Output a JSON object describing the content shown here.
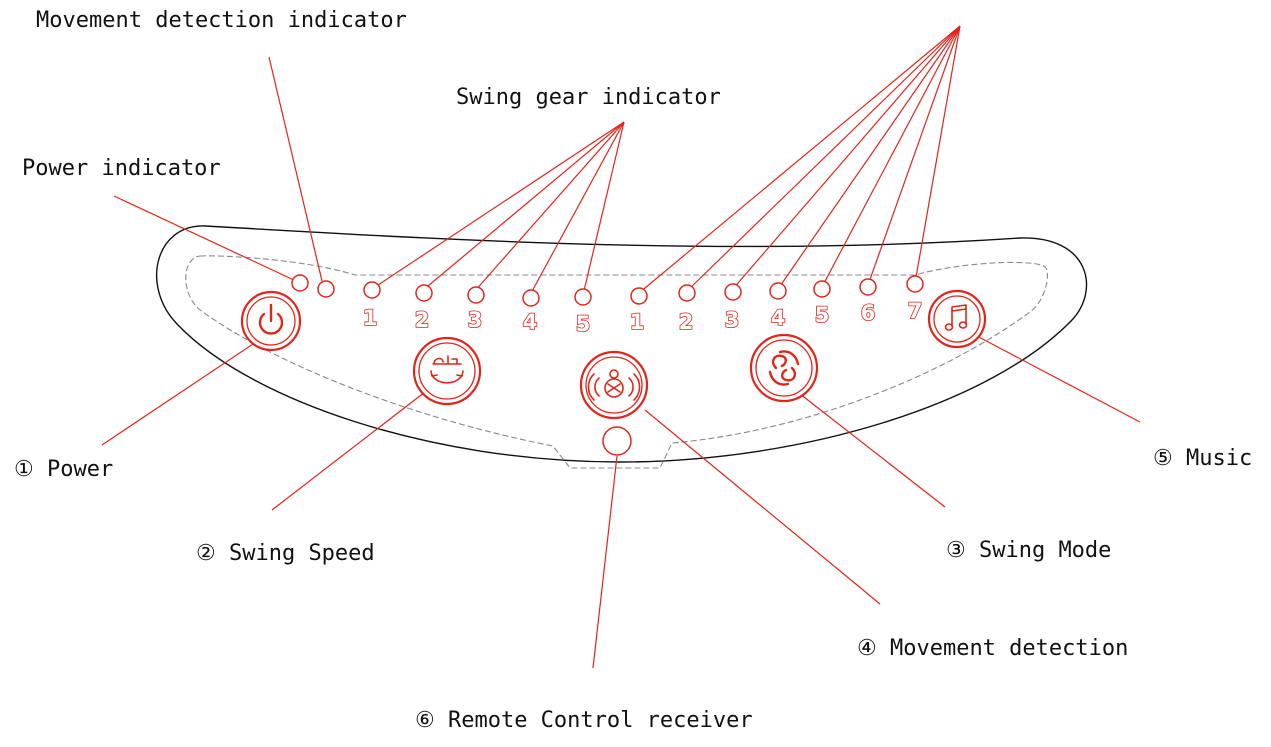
{
  "colors": {
    "accent": "#e1251b",
    "outline": "#111111",
    "dashed": "#888888"
  },
  "labels": {
    "movement_indicator": "Movement detection indicator",
    "swing_gear_indicator": "Swing gear indicator",
    "power_indicator": "Power indicator",
    "power": "① Power",
    "swing_speed": "② Swing Speed",
    "swing_mode": "③ Swing Mode",
    "movement_detection": "④ Movement detection",
    "music": "⑤ Music",
    "remote_receiver": "⑥ Remote Control receiver"
  },
  "swing_gear_numbers": [
    "1",
    "2",
    "3",
    "4",
    "5"
  ],
  "music_numbers": [
    "1",
    "2",
    "3",
    "4",
    "5",
    "6",
    "7"
  ],
  "buttons": [
    {
      "name": "power-button",
      "icon": "power-icon"
    },
    {
      "name": "swing-speed-button",
      "icon": "swing-speed-icon"
    },
    {
      "name": "movement-detection-button",
      "icon": "movement-detection-icon"
    },
    {
      "name": "swing-mode-button",
      "icon": "swing-mode-icon"
    },
    {
      "name": "music-button",
      "icon": "music-note-icon"
    }
  ]
}
